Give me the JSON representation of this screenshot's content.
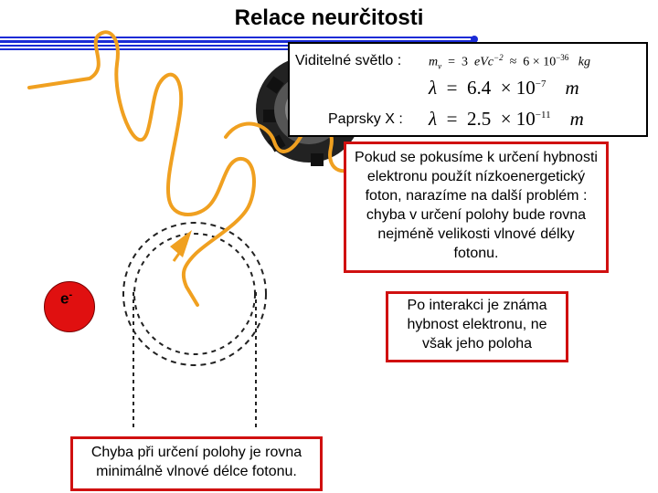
{
  "title": "Relace neurčitosti",
  "visible_light": {
    "label": "Viditelné světlo :",
    "mass_row": {
      "symbol": "m",
      "sub": "v",
      "eq": "=",
      "value": "3",
      "unit": "eVc",
      "unit_exp": "−2",
      "approx": "≈",
      "value2": "6",
      "times": "×",
      "base": "10",
      "exp": "−36",
      "unit2": "kg"
    },
    "lambda_row": {
      "symbol": "λ",
      "eq": "=",
      "value": "6.4",
      "times": "×",
      "base": "10",
      "exp": "−7",
      "unit": "m"
    }
  },
  "xray": {
    "label": "Paprsky X :",
    "lambda_row": {
      "symbol": "λ",
      "eq": "=",
      "value": "2.5",
      "times": "×",
      "base": "10",
      "exp": "−11",
      "unit": "m"
    }
  },
  "notes": {
    "low_energy_photon": "Pokud se pokusíme k určení hybnosti elektronu použít nízkoenergetický foton, narazíme na další problém : chyba v určení polohy bude rovna nejméně velikosti vlnové délky fotonu.",
    "after_interaction": "Po interakci je známa hybnost elektronu, ne však jeho poloha",
    "position_error": "Chyba při určení polohy je rovna minimálně vlnové délce fotonu."
  },
  "electron_label": "e",
  "electron_sup": "-",
  "colors": {
    "accent_blue": "#1a2bd6",
    "photon_orange": "#f0a020",
    "electron_red": "#e01010",
    "box_red": "#d01010"
  }
}
